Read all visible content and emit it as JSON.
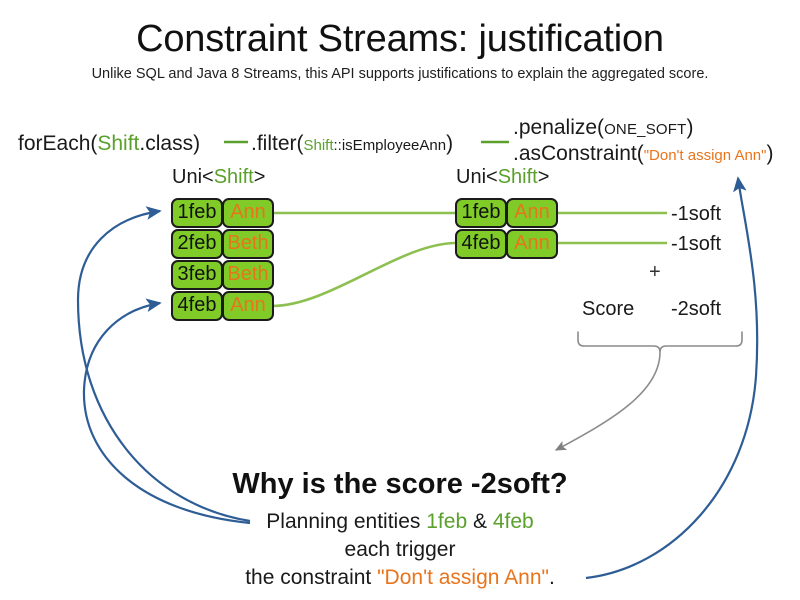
{
  "slide": {
    "title": "Constraint Streams: justification",
    "subtitle": "Unlike SQL and Java 8 Streams, this API supports justifications to explain the aggregated score."
  },
  "pipeline": {
    "foreach": {
      "prefix": "forEach(",
      "type": "Shift",
      "suffix": ".class)"
    },
    "filter": {
      "prefix": ".filter(",
      "type": "Shift",
      "method": "::isEmployeeAnn",
      "suffix": ")"
    },
    "penalize": {
      "prefix": ".penalize(",
      "level": "ONE_SOFT",
      "suffix": ")"
    },
    "as_constraint": {
      "prefix": ".asConstraint(",
      "constraint_name": "\"Don't assign Ann\"",
      "suffix": ")"
    }
  },
  "streams": {
    "left": {
      "header_prefix": "Uni<",
      "header_type": "Shift",
      "header_suffix": ">",
      "rows": [
        {
          "date": "1feb",
          "employee": "Ann"
        },
        {
          "date": "2feb",
          "employee": "Beth"
        },
        {
          "date": "3feb",
          "employee": "Beth"
        },
        {
          "date": "4feb",
          "employee": "Ann"
        }
      ]
    },
    "right": {
      "header_prefix": "Uni<",
      "header_type": "Shift",
      "header_suffix": ">",
      "rows": [
        {
          "date": "1feb",
          "employee": "Ann"
        },
        {
          "date": "4feb",
          "employee": "Ann"
        }
      ]
    }
  },
  "score": {
    "penalties": [
      "-1soft",
      "-1soft"
    ],
    "operator": "+",
    "label": "Score",
    "total": "-2soft"
  },
  "explanation": {
    "heading": "Why is the score -2soft?",
    "line1_prefix": "Planning entities ",
    "line1_entity_a": "1feb",
    "line1_amp": " & ",
    "line1_entity_b": "4feb",
    "line2": "each trigger",
    "line3_prefix": "the constraint ",
    "line3_constraint": "\"Don't assign Ann\"",
    "line3_suffix": "."
  },
  "colors": {
    "green_text": "#5aa02c",
    "green_fill": "#80cb28",
    "orange": "#e8741c",
    "blue_arrow": "#2e5d96",
    "gray_arrow": "#808080",
    "green_link": "#8dc051"
  }
}
